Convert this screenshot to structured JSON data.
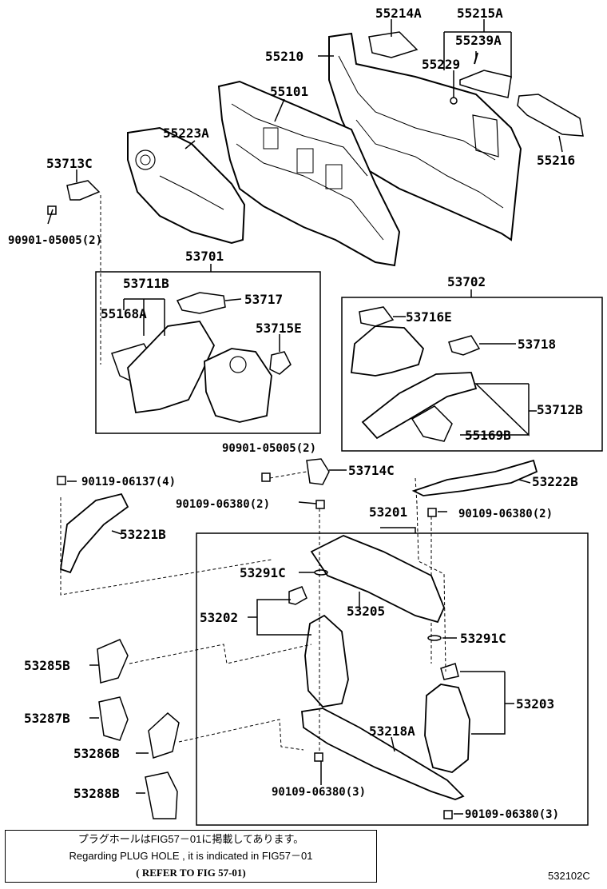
{
  "labels": {
    "p55214A": "55214A",
    "p55215A": "55215A",
    "p55239A": "55239A",
    "p55210": "55210",
    "p55229": "55229",
    "p55101": "55101",
    "p55223A": "55223A",
    "p55216": "55216",
    "p53713C": "53713C",
    "p90901_05005_2a": "90901-05005(2)",
    "p53701": "53701",
    "p53711B": "53711B",
    "p53717": "53717",
    "p55168A": "55168A",
    "p53715E": "53715E",
    "p53702": "53702",
    "p53716E": "53716E",
    "p53718": "53718",
    "p53712B": "53712B",
    "p55169B": "55169B",
    "p90901_05005_2b": "90901-05005(2)",
    "p53714C": "53714C",
    "p90119_06137_4": "90119-06137(4)",
    "p53222B": "53222B",
    "p90109_06380_2a": "90109-06380(2)",
    "p53201": "53201",
    "p90109_06380_2b": "90109-06380(2)",
    "p53221B": "53221B",
    "p53291C_a": "53291C",
    "p53205": "53205",
    "p53202": "53202",
    "p53291C_b": "53291C",
    "p53285B": "53285B",
    "p53203": "53203",
    "p53287B": "53287B",
    "p53218A": "53218A",
    "p53286B": "53286B",
    "p90109_06380_3a": "90109-06380(3)",
    "p53288B": "53288B",
    "p90109_06380_3b": "90109-06380(3)"
  },
  "note": {
    "line1": "プラグホールはFIG57－01に掲載してあります。",
    "line2": "Regarding  PLUG  HOLE  ,  it  is  indicated  in  FIG57－01",
    "line3": "(   REFER  TO  FIG  57-01)"
  },
  "figure_number": "532102C"
}
